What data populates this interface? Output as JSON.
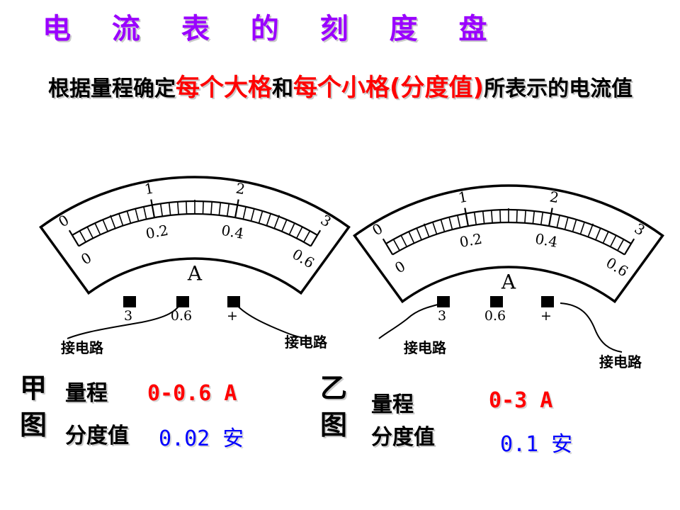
{
  "title": "电 流 表 的 刻 度 盘",
  "intro": {
    "part1": "根据量程确定",
    "part2": "每个大格",
    "part3": "和",
    "part4": "每个小格(分度值)",
    "part5": "所表示的电流值"
  },
  "meters": [
    {
      "id": "jia",
      "upper_scale": [
        "0",
        "1",
        "2",
        "3"
      ],
      "lower_scale": [
        "0",
        "0.2",
        "0.4",
        "0.6"
      ],
      "unit_symbol": "A",
      "terminals": [
        "3",
        "0.6",
        "+"
      ],
      "connected_terminals": [
        "0.6",
        "+"
      ],
      "wire_labels": [
        "接电路",
        "接电路"
      ]
    },
    {
      "id": "yi",
      "upper_scale": [
        "0",
        "1",
        "2",
        "3"
      ],
      "lower_scale": [
        "0",
        "0.2",
        "0.4",
        "0.6"
      ],
      "unit_symbol": "A",
      "terminals": [
        "3",
        "0.6",
        "+"
      ],
      "connected_terminals": [
        "3",
        "+"
      ],
      "wire_labels": [
        "接电路",
        "接电路"
      ]
    }
  ],
  "results": {
    "jia": {
      "figure_label": [
        "甲",
        "图"
      ],
      "range_label": "量程",
      "range_value": "0-0.6 A",
      "division_label": "分度值",
      "division_value": "0.02 安"
    },
    "yi": {
      "figure_label": [
        "乙",
        "图"
      ],
      "range_label": "量程",
      "range_value": "0-3 A",
      "division_label": "分度值",
      "division_value": "0.1 安"
    }
  },
  "colors": {
    "title": "#9a00ff",
    "highlight": "#ff0000",
    "division_value": "#0000ff"
  }
}
